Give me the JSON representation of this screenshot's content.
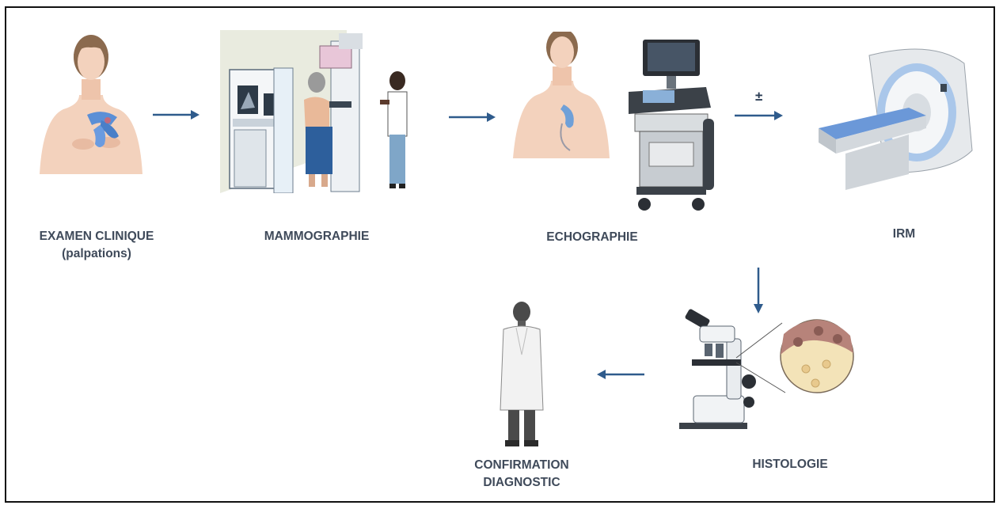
{
  "steps": {
    "examen": {
      "line1": "EXAMEN CLINIQUE",
      "line2": "(palpations)"
    },
    "mammographie": "MAMMOGRAPHIE",
    "echographie": "ECHOGRAPHIE",
    "irm": "IRM",
    "histologie": "HISTOLOGIE",
    "confirmation": {
      "line1": "CONFIRMATION",
      "line2": "DIAGNOSTIC"
    }
  },
  "optional_marker": "±",
  "colors": {
    "arrow": "#2f5b8c",
    "label": "#3f4a5a",
    "skin": "#f3d2bd",
    "glove": "#5b8fd6"
  }
}
